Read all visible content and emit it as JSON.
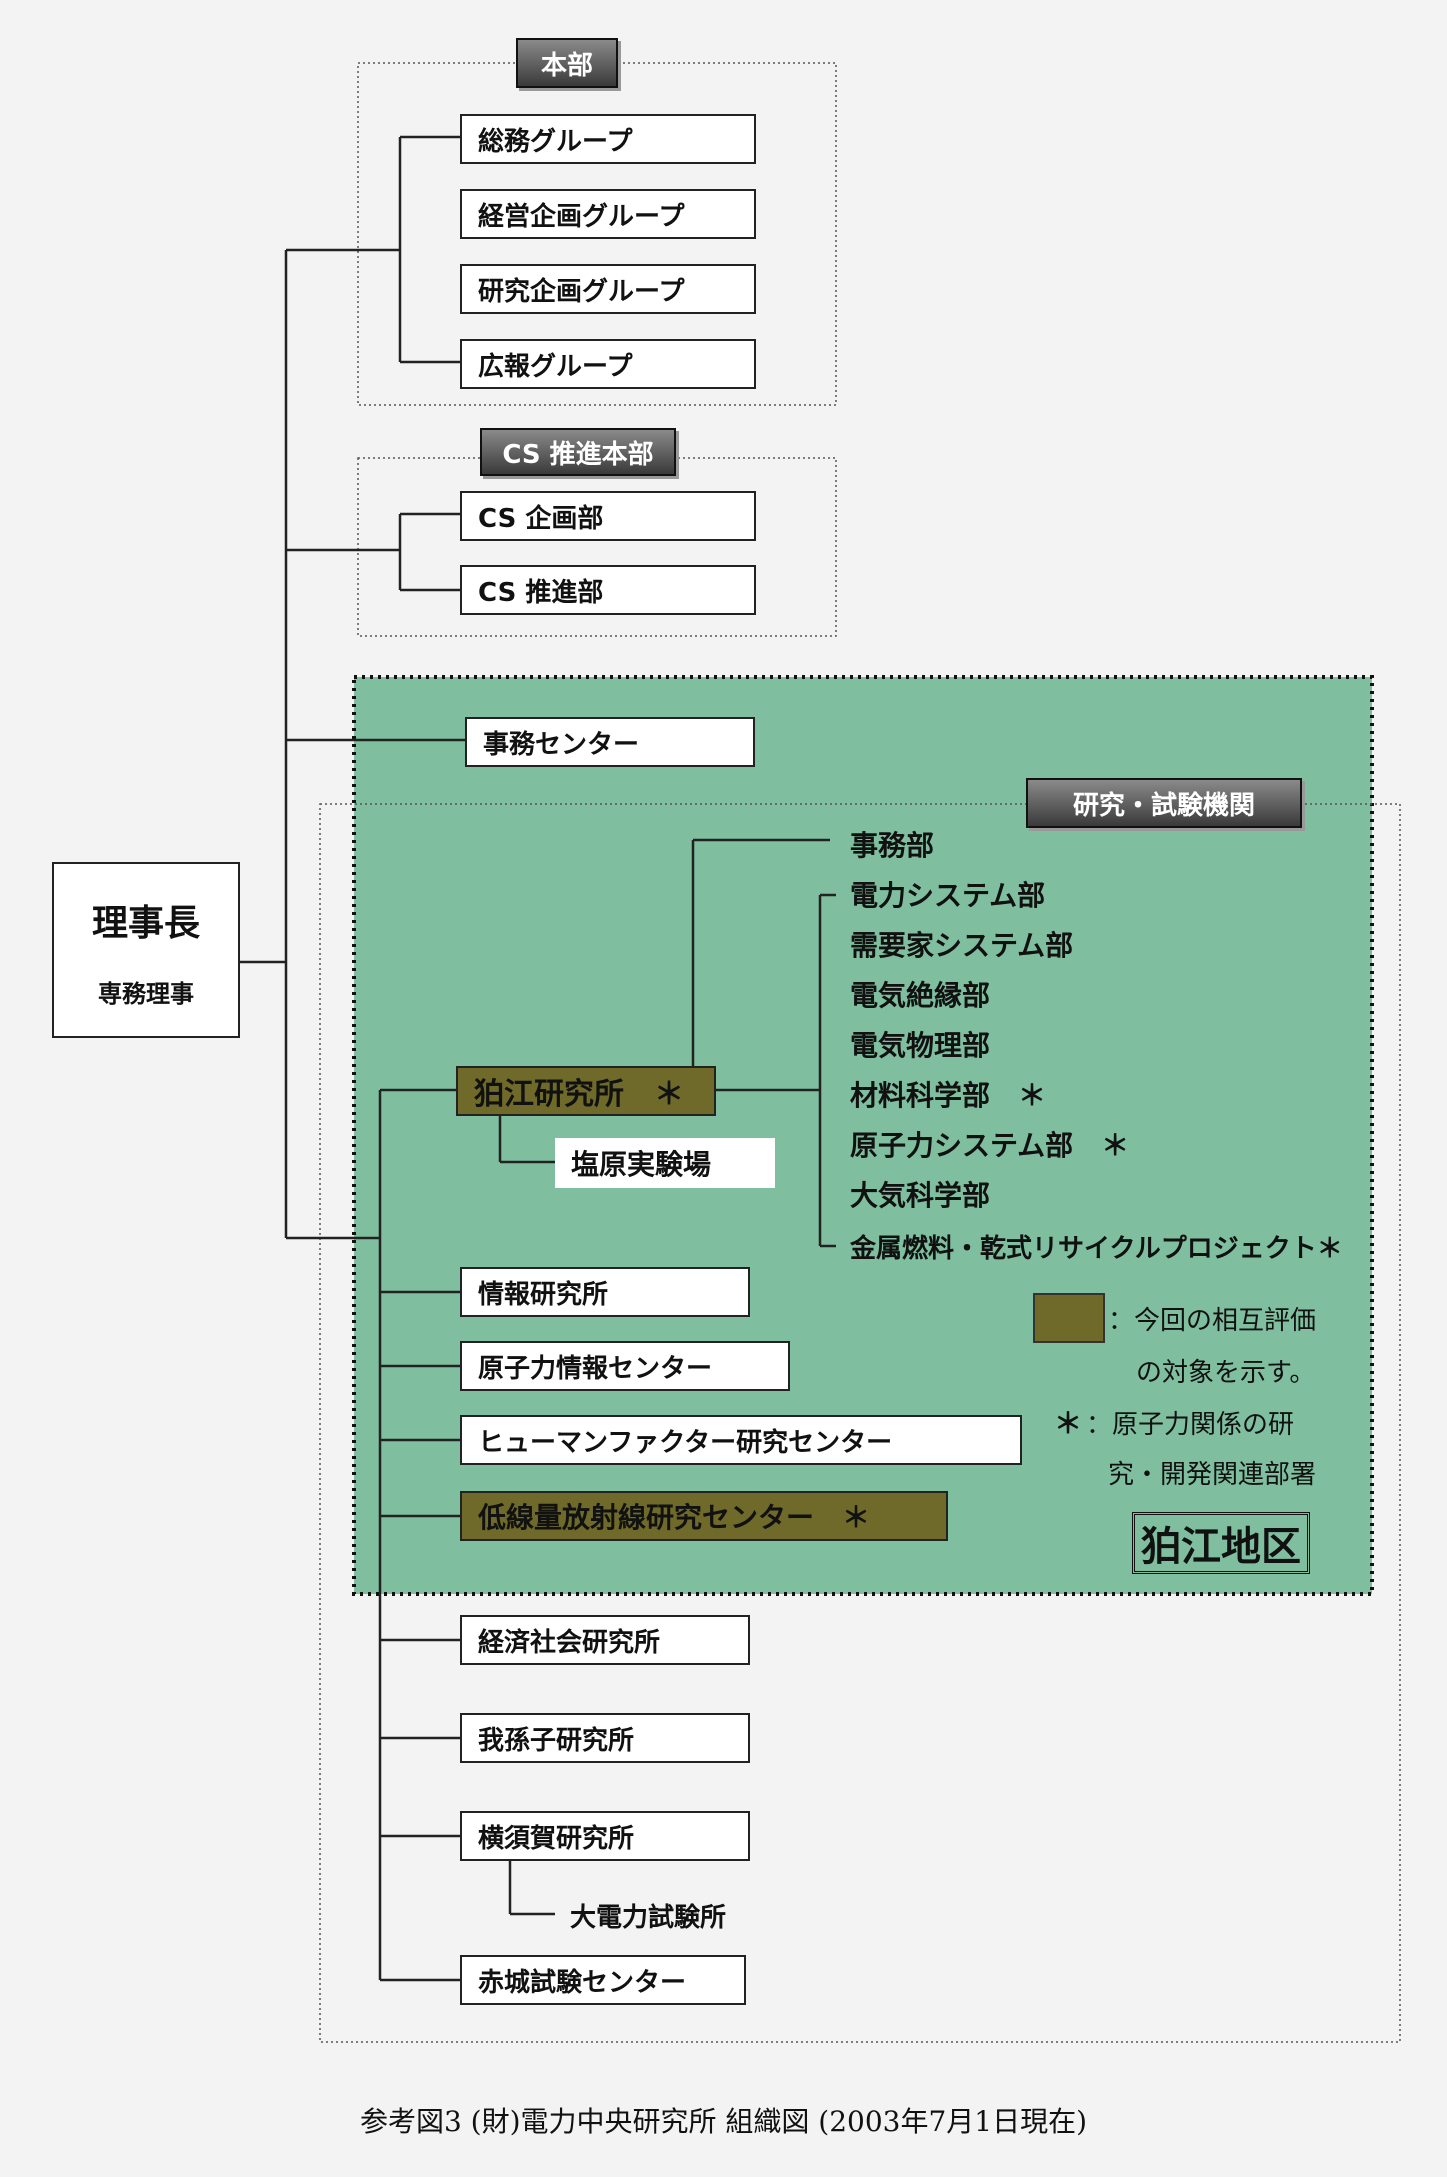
{
  "honbu": {
    "title": "本部",
    "groups": [
      "総務グループ",
      "経営企画グループ",
      "研究企画グループ",
      "広報グループ"
    ]
  },
  "cs": {
    "title": "CS 推進本部",
    "depts": [
      "CS 企画部",
      "CS 推進部"
    ]
  },
  "jimu_center": "事務センター",
  "chairman": {
    "title": "理事長",
    "sub": "専務理事"
  },
  "research": {
    "title": "研究・試験機関",
    "komae": "狛江研究所　＊",
    "shiobara": "塩原実験場",
    "komae_depts": [
      "事務部",
      "電力システム部",
      "需要家システム部",
      "電気絶縁部",
      "電気物理部",
      "材料科学部　＊",
      "原子力システム部　＊",
      "大気科学部",
      "金属燃料・乾式リサイクルプロジェクト＊"
    ],
    "institutes": [
      "情報研究所",
      "原子力情報センター",
      "ヒューマンファクター研究センター"
    ],
    "low_dose": "低線量放射線研究センター　＊",
    "others": [
      "経済社会研究所",
      "我孫子研究所",
      "横須賀研究所"
    ],
    "dai_denryoku": "大電力試験所",
    "akagi": "赤城試験センター"
  },
  "legend": {
    "line1": "：今回の相互評価",
    "line2": "の対象を示す。",
    "star": "＊",
    "line3": "：原子力関係の研",
    "line4": "究・開発関連部署"
  },
  "area_label": "狛江地区",
  "caption": "参考図3 (財)電力中央研究所 組織図 (2003年7月1日現在)",
  "colors": {
    "green_area": "#7fbfa0",
    "olive": "#6f6a2a"
  }
}
